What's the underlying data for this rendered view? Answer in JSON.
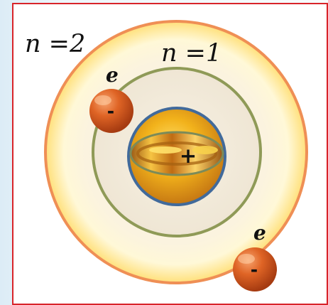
{
  "diagram": {
    "orbit_labels": [
      {
        "text": "n =2"
      },
      {
        "text": "n =1"
      }
    ],
    "electron_labels": [
      {
        "text": "e"
      },
      {
        "text": "e"
      }
    ],
    "electron_charges": [
      {
        "text": "-"
      },
      {
        "text": "-"
      }
    ],
    "nucleus_charge": "+",
    "colors": {
      "outer_orbit": "#ef8f55",
      "inner_orbit": "#8f9a57",
      "nucleus_outline": "#416a9b",
      "electron": "#d75a1f",
      "frame": "#d8242a"
    }
  }
}
